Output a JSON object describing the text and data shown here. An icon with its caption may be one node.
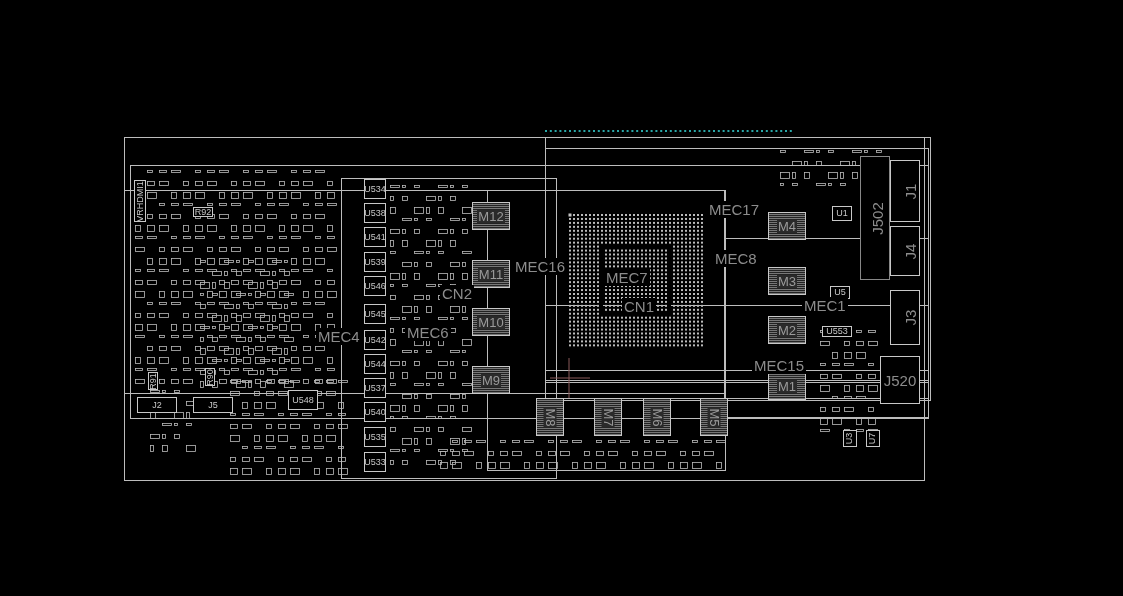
{
  "diagram": {
    "nodes": [
      {
        "text": [
          "VRHDMI1"
        ]
      },
      {
        "text": [
          "R92"
        ]
      },
      {
        "text": [
          "R91"
        ]
      },
      {
        "text": [
          "R90"
        ]
      },
      {
        "text": [
          "J2"
        ]
      },
      {
        "text": [
          "J5"
        ]
      },
      {
        "text": [
          "U548"
        ]
      },
      {
        "text": [
          "U534"
        ]
      },
      {
        "text": [
          "U538"
        ]
      },
      {
        "text": [
          "U541"
        ]
      },
      {
        "text": [
          "U539"
        ]
      },
      {
        "text": [
          "U546"
        ]
      },
      {
        "text": [
          "U545"
        ]
      },
      {
        "text": [
          "U542"
        ]
      },
      {
        "text": [
          "U544"
        ]
      },
      {
        "text": [
          "U537"
        ]
      },
      {
        "text": [
          "U540"
        ]
      },
      {
        "text": [
          "U535"
        ]
      },
      {
        "text": [
          "U533"
        ]
      },
      {
        "text": [
          "M12"
        ]
      },
      {
        "text": [
          "M11"
        ]
      },
      {
        "text": [
          "M10"
        ]
      },
      {
        "text": [
          "M9"
        ]
      },
      {
        "text": [
          "M8"
        ]
      },
      {
        "text": [
          "M7"
        ]
      },
      {
        "text": [
          "M6"
        ]
      },
      {
        "text": [
          "M5"
        ]
      },
      {
        "text": [
          "M4"
        ]
      },
      {
        "text": [
          "M3"
        ]
      },
      {
        "text": [
          "M2"
        ]
      },
      {
        "text": [
          "M1"
        ]
      },
      {
        "text": [
          "U1"
        ]
      },
      {
        "text": [
          "U5"
        ]
      },
      {
        "text": [
          "U553"
        ]
      },
      {
        "text": [
          "J1"
        ]
      },
      {
        "text": [
          "J502"
        ]
      },
      {
        "text": [
          "J4"
        ]
      },
      {
        "text": [
          "J3"
        ]
      },
      {
        "text": [
          "J520"
        ]
      },
      {
        "text": [
          "U3"
        ]
      },
      {
        "text": [
          "U7"
        ]
      }
    ],
    "labels": [
      "MEC17",
      "MEC16",
      "MEC8",
      "CN2",
      "MEC7",
      "CN1",
      "MEC1",
      "MEC4",
      "MEC6",
      "MEC15"
    ]
  }
}
